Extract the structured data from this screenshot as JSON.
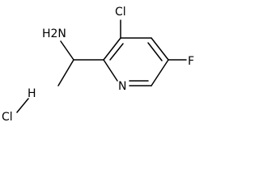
{
  "molecule": {
    "atoms": {
      "amine": "H2N",
      "chlorine": "Cl",
      "fluorine": "F",
      "nitrogen": "N",
      "salt_hydrogen": "H",
      "salt_chlorine": "Cl"
    }
  }
}
